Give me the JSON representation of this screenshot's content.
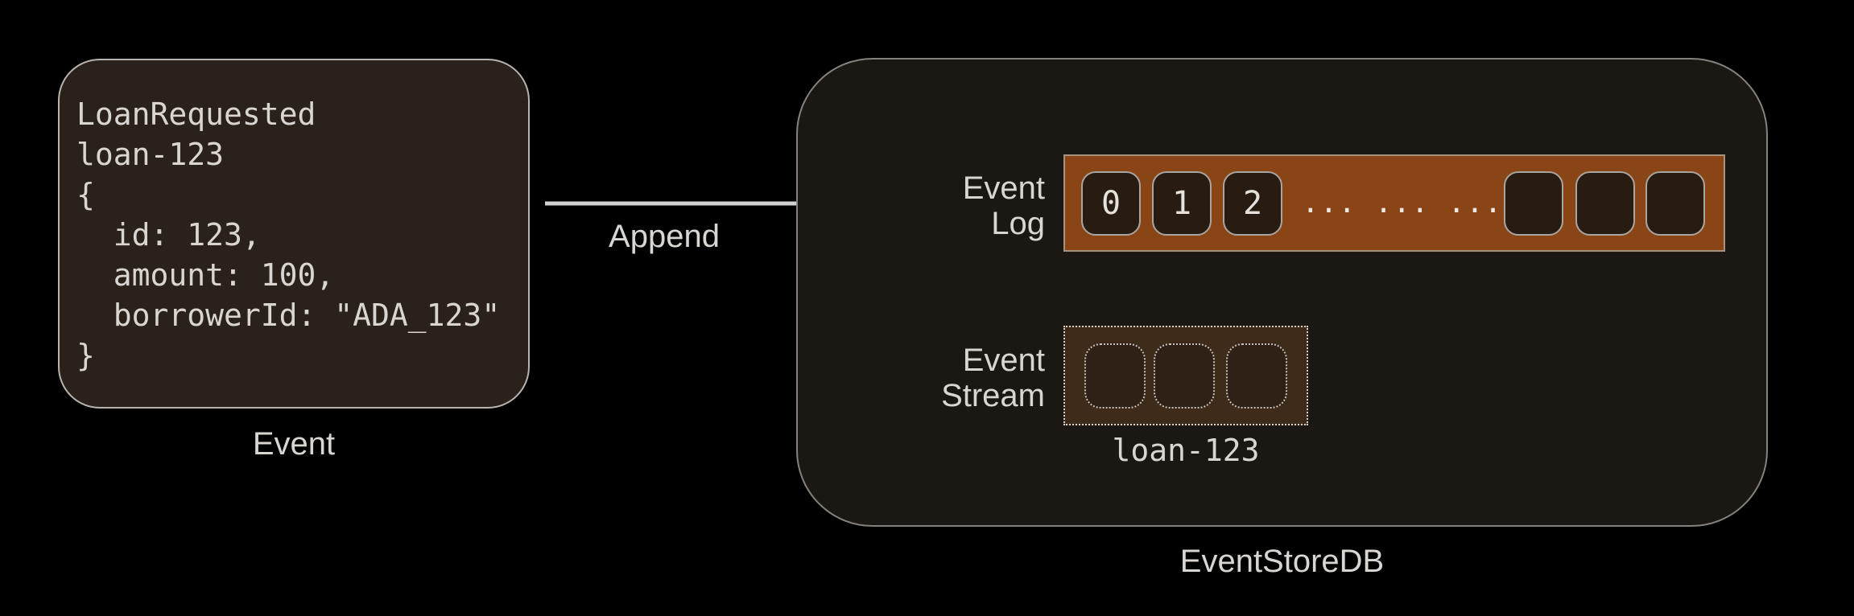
{
  "diagram": {
    "event_box": {
      "code_lines": [
        "LoanRequested",
        "loan-123",
        "{",
        "  id: 123,",
        "  amount: 100,",
        "  borrowerId: \"ADA_123\"",
        "}"
      ],
      "caption": "Event"
    },
    "append_arrow": {
      "label": "Append"
    },
    "event_store": {
      "caption": "EventStoreDB",
      "event_log": {
        "label_line1": "Event",
        "label_line2": "Log",
        "cells": [
          "0",
          "1",
          "2"
        ],
        "ellipsis": "... ... ...",
        "empty_cell_count": 3
      },
      "event_stream": {
        "label_line1": "Event",
        "label_line2": "Stream",
        "stream_name": "loan-123",
        "empty_cell_count": 3
      }
    },
    "colors": {
      "background": "#000000",
      "event_box_fill": "#2b211b",
      "event_box_border": "#b7b3ae",
      "store_fill": "#1b1713",
      "store_border": "#85817c",
      "log_bar_fill": "#8a4516",
      "stream_box_fill": "#3e2b1a",
      "cell_fill": "#281c12",
      "text": "#d9d5d0",
      "arrow": "#d2d2d2"
    }
  }
}
